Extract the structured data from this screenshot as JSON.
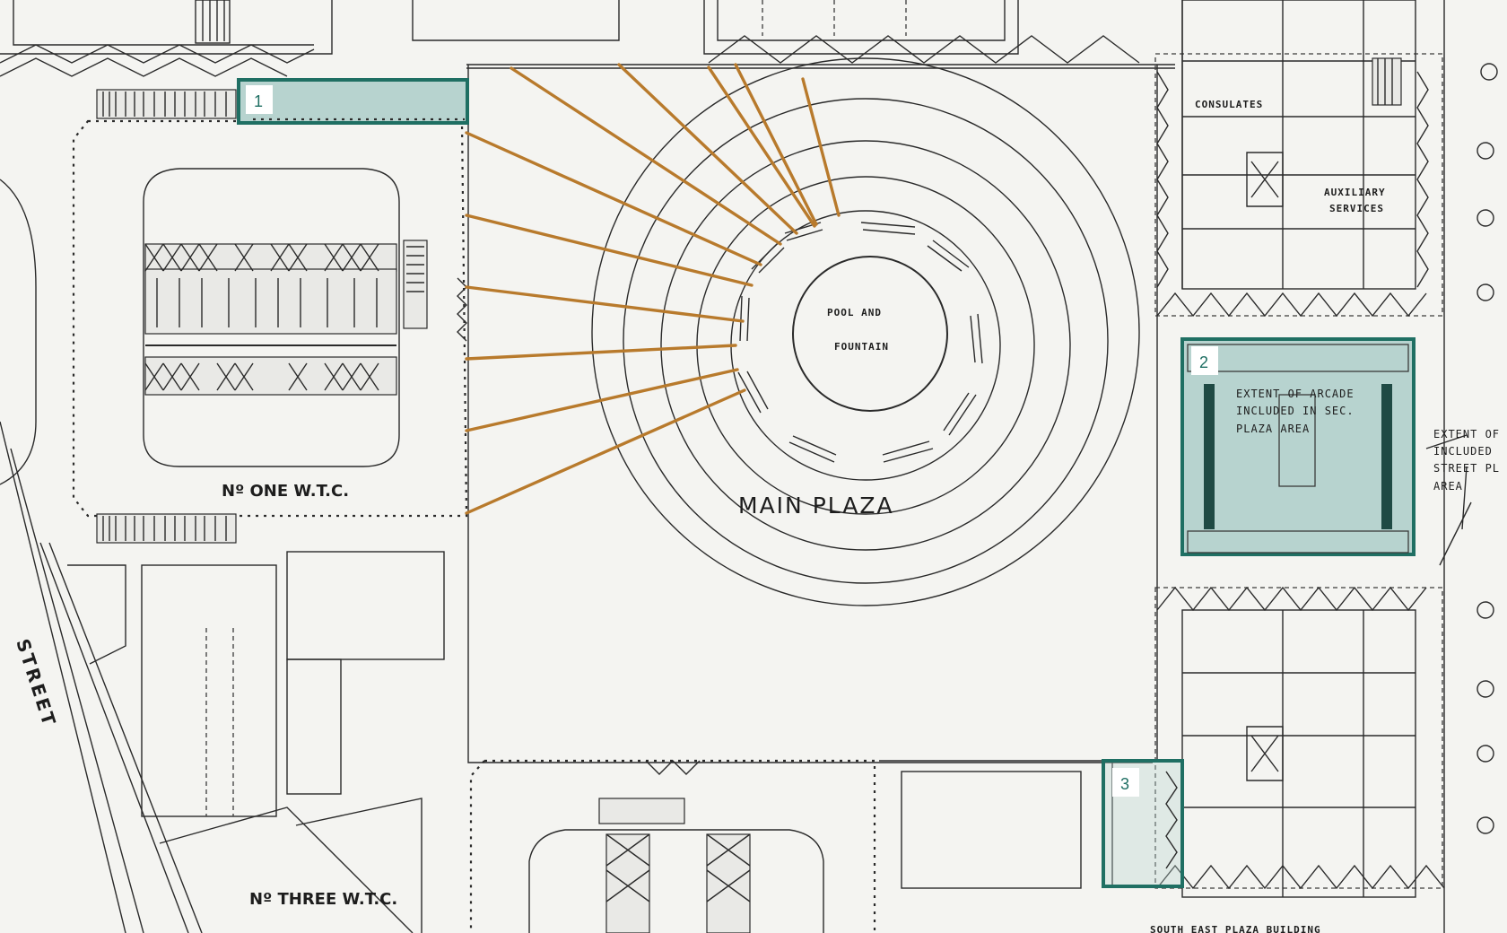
{
  "labels": {
    "main_plaza": "MAIN PLAZA",
    "pool": "POOL AND",
    "fountain": "FOUNTAIN",
    "one_wtc": "Nº ONE W.T.C.",
    "three_wtc": "Nº THREE W.T.C.",
    "consulates": "CONSULATES",
    "auxiliary": "AUXILIARY",
    "services": "SERVICES",
    "street": "STREET",
    "south_east_plaza": "SOUTH EAST PLAZA BUILDING",
    "arcade_note": [
      "EXTENT OF ARCADE",
      "INCLUDED IN SEC.",
      "PLAZA AREA"
    ],
    "street_note": [
      "EXTENT OF",
      "INCLUDED",
      "STREET PL",
      "AREA"
    ]
  },
  "highlights": [
    {
      "number": "1"
    },
    {
      "number": "2"
    },
    {
      "number": "3"
    }
  ],
  "colors": {
    "highlight_stroke": "#1f6f63",
    "highlight_fill": "#b7d3cf",
    "ray_color": "#b87a2c",
    "paper": "#f4f4f1",
    "ink": "#2a2a2a"
  }
}
